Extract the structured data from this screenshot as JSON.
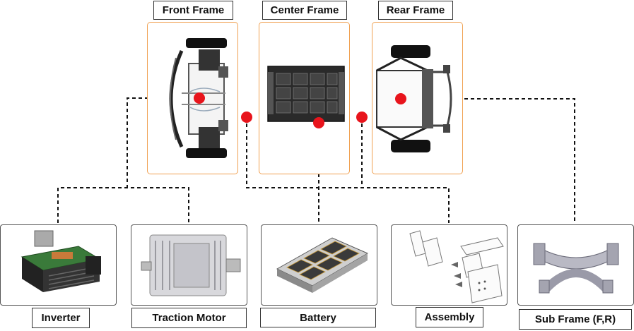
{
  "frames": [
    {
      "id": "front",
      "label": "Front Frame"
    },
    {
      "id": "center",
      "label": "Center Frame"
    },
    {
      "id": "rear",
      "label": "Rear Frame"
    }
  ],
  "components": [
    {
      "id": "inverter",
      "label": "Inverter"
    },
    {
      "id": "traction-motor",
      "label": "Traction Motor"
    },
    {
      "id": "battery",
      "label": "Battery"
    },
    {
      "id": "assembly",
      "label": "Assembly"
    },
    {
      "id": "sub-frame",
      "label": "Sub Frame (F,R)"
    }
  ],
  "colors": {
    "frame_border": "#f0a050",
    "dot": "#e8141c",
    "connector": "#111111"
  }
}
